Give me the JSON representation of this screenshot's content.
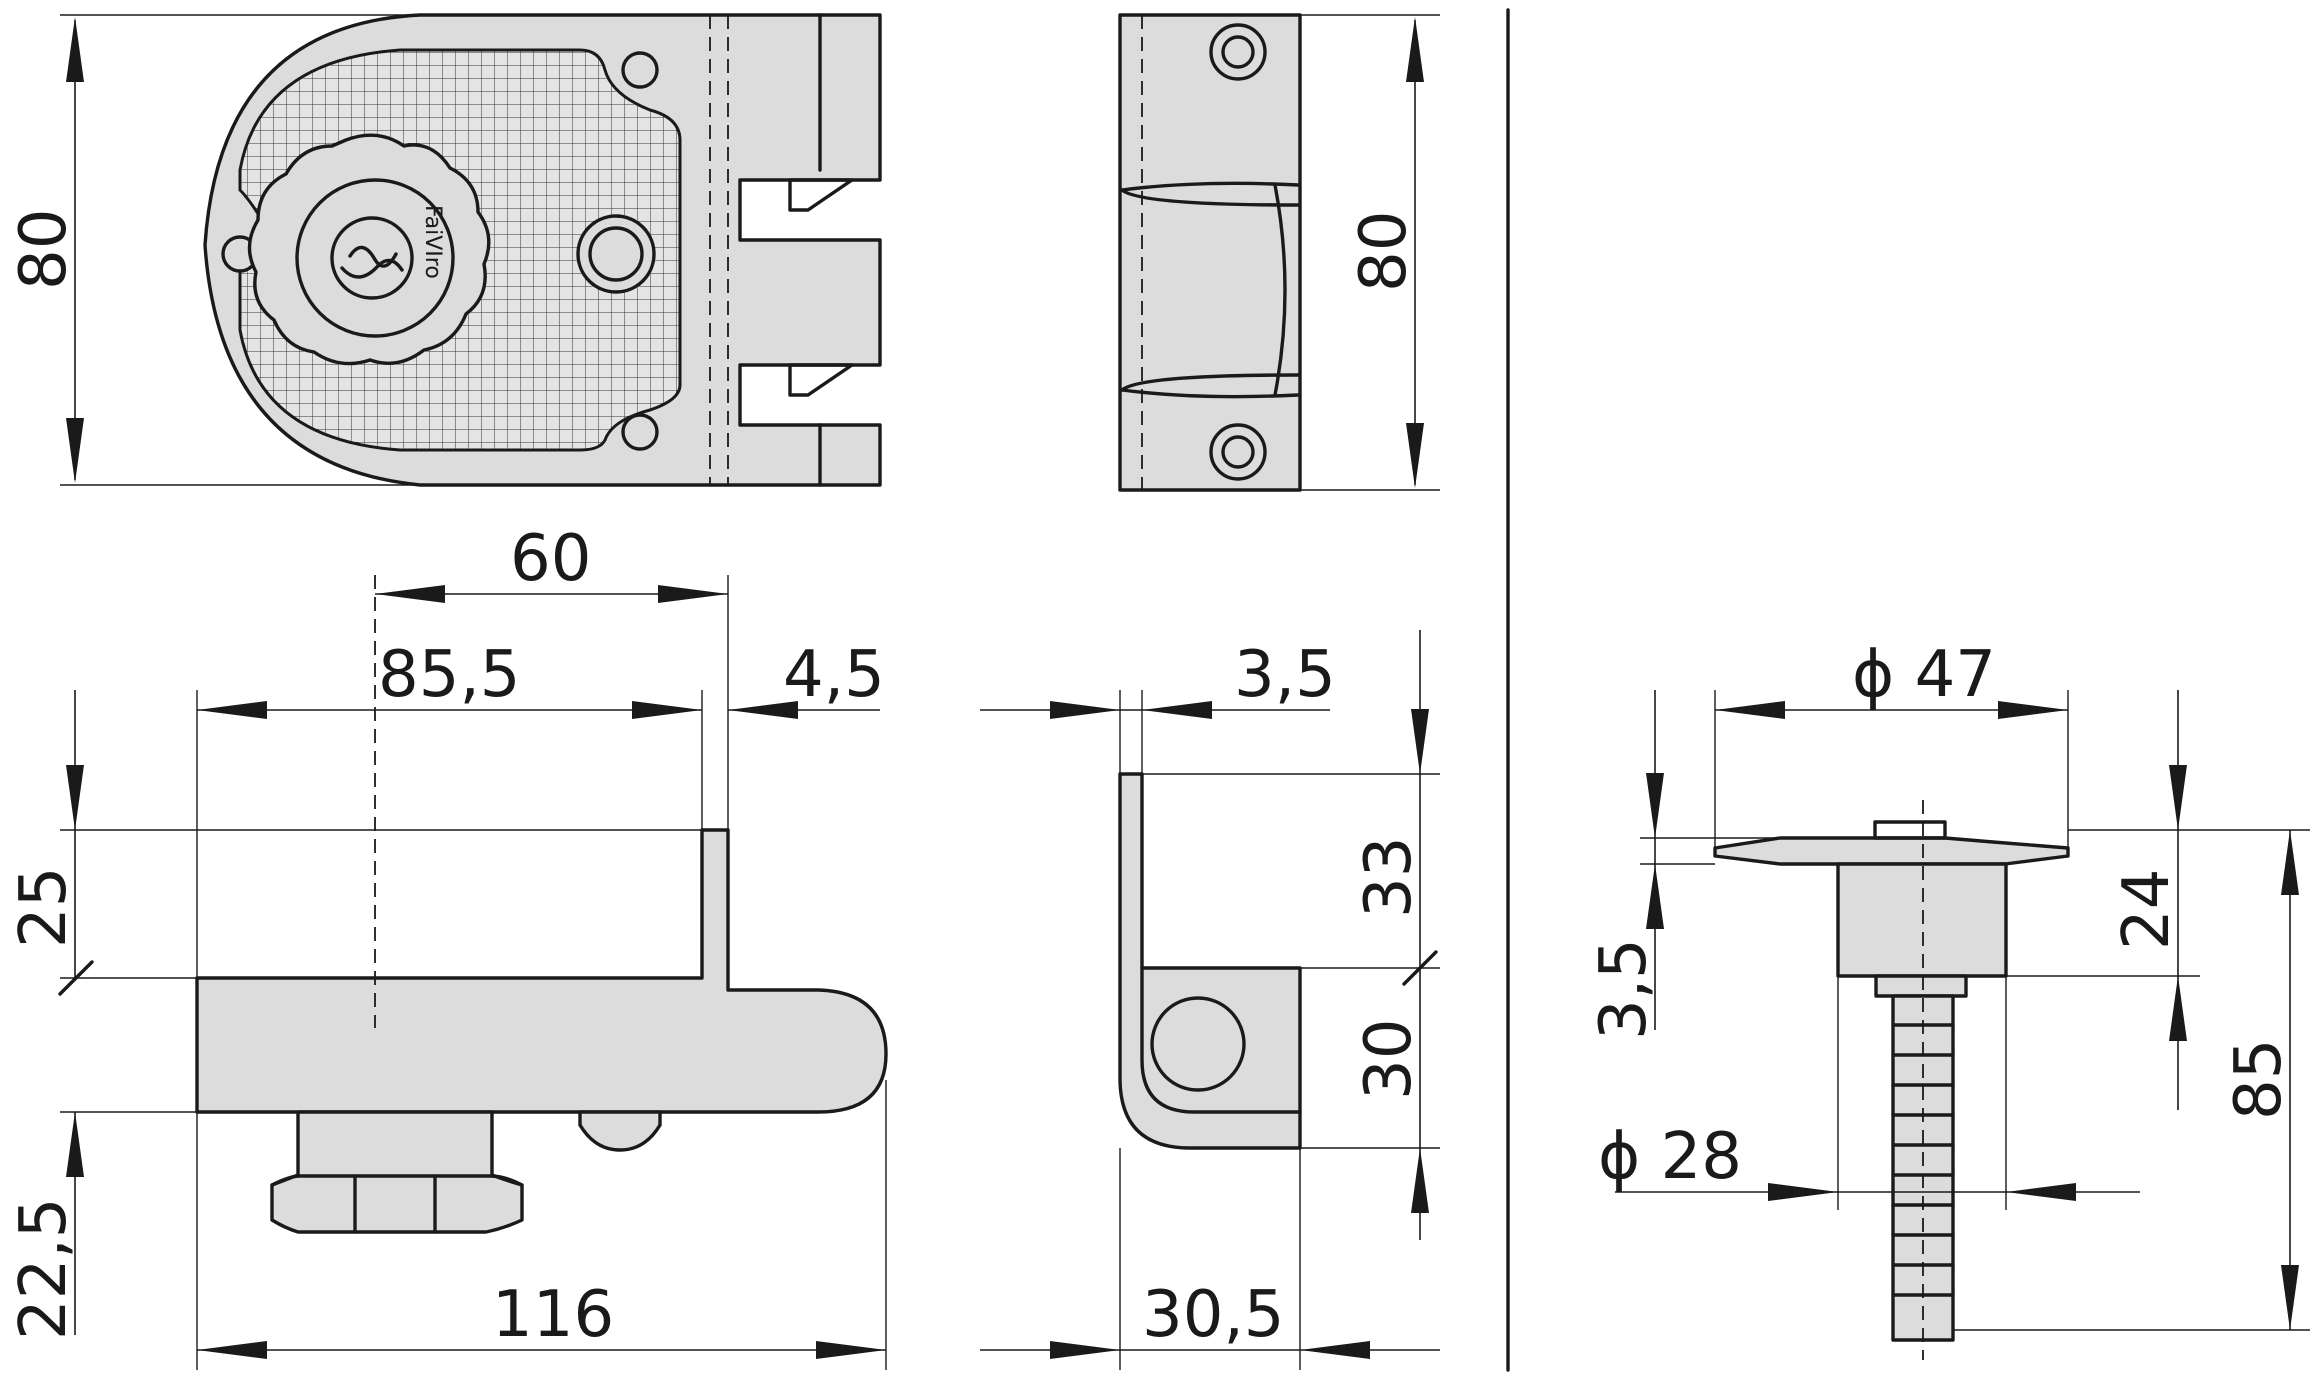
{
  "brand_text": "FaiVIro",
  "dimensions": {
    "front_height": "80",
    "side_height": "80",
    "d60": "60",
    "d85_5": "85,5",
    "d4_5": "4,5",
    "d3_5_top": "3,5",
    "d25": "25",
    "d22_5": "22,5",
    "d116": "116",
    "d33": "33",
    "d30": "30",
    "d30_5": "30,5",
    "dia47": "ϕ 47",
    "dia28": "ϕ 28",
    "d3_5_left": "3,5",
    "d24": "24",
    "d85": "85"
  }
}
